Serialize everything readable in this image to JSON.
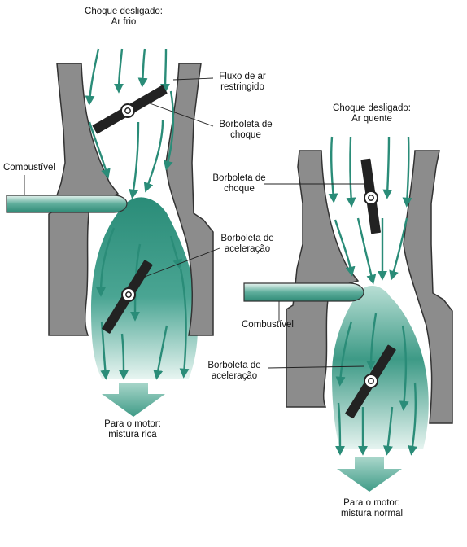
{
  "left_diagram": {
    "title_line1": "Choque desligado:",
    "title_line2": "Ar frio",
    "air_flow_label_line1": "Fluxo de ar",
    "air_flow_label_line2": "restringido",
    "choke_valve_label_line1": "Borboleta de",
    "choke_valve_label_line2": "choque",
    "fuel_label": "Combustível",
    "throttle_valve_label_line1": "Borboleta de",
    "throttle_valve_label_line2": "aceleração",
    "output_label_line1": "Para o motor:",
    "output_label_line2": "mistura rica"
  },
  "right_diagram": {
    "title_line1": "Choque desligado:",
    "title_line2": "Ar quente",
    "choke_valve_label_line1": "Borboleta de",
    "choke_valve_label_line2": "choque",
    "fuel_label": "Combustível",
    "throttle_valve_label_line1": "Borboleta de",
    "throttle_valve_label_line2": "aceleração",
    "output_label_line1": "Para o motor:",
    "output_label_line2": "mistura normal"
  },
  "colors": {
    "housing": "#8c8c8c",
    "housing_edge": "#333333",
    "mixture_dark": "#2a8c78",
    "mixture_light": "#cfe9e2",
    "arrow": "#2a8c78",
    "valve": "#222222"
  }
}
